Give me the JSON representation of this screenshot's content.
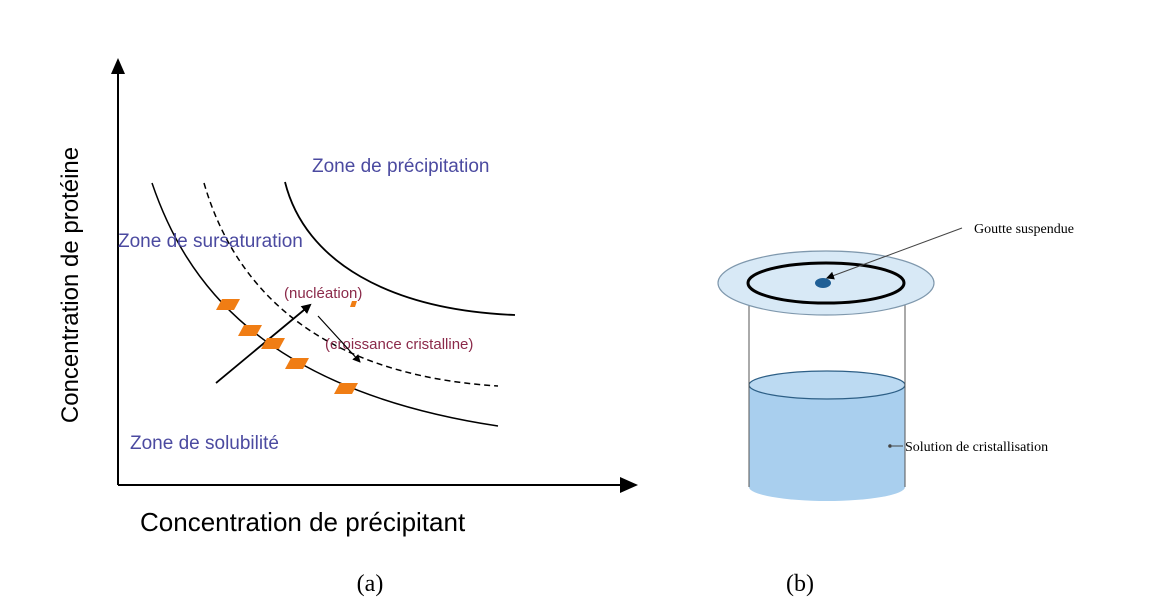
{
  "panel_a": {
    "y_axis_label": "Concentration de protéine",
    "x_axis_label": "Concentration de précipitant",
    "zones": {
      "precipitation": "Zone de précipitation",
      "supersaturation": "Zone de sursaturation",
      "solubility": "Zone de solubilité"
    },
    "annotations": {
      "nucleation": "(nucléation)",
      "growth": "(croissance cristalline)"
    },
    "colors": {
      "zone_text": "#4b4aa0",
      "annotation_text": "#8b2a4a",
      "crystal": "#f07d14",
      "curve": "#000000"
    }
  },
  "panel_b": {
    "hanging_drop_label": "Goutte suspendue",
    "solution_label": "Solution de cristallisation",
    "colors": {
      "solution": "#a9cfee",
      "plate": "#d8e9f6",
      "drop": "#1f5f96"
    }
  },
  "captions": {
    "a": "(a)",
    "b": "(b)"
  }
}
